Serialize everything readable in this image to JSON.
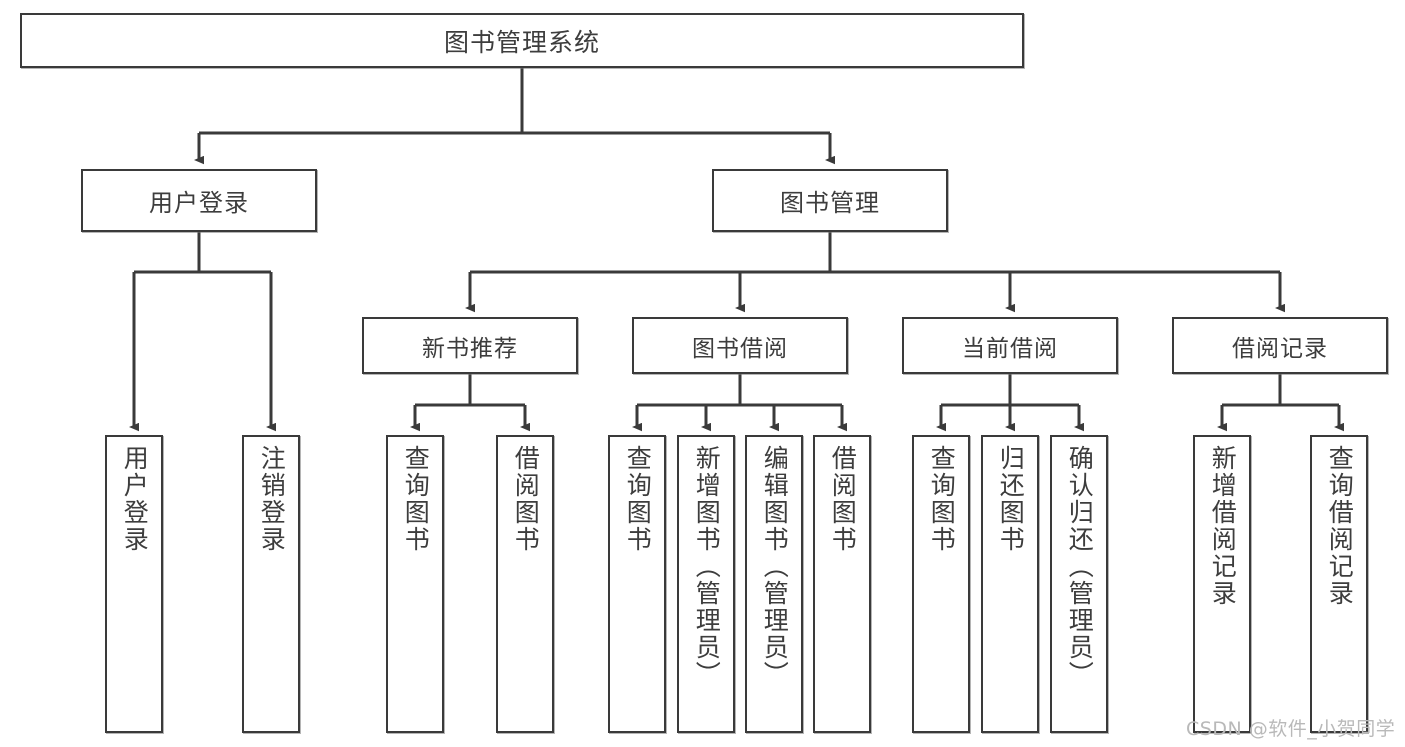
{
  "diagram": {
    "title": "图书管理系统",
    "type": "tree-hierarchy",
    "watermark": "CSDN @软件_小贺同学",
    "colors": {
      "stroke": "#3a3a3a",
      "text": "#3d3d3d",
      "background": "#ffffff",
      "watermark": "#b9b9b9"
    },
    "nodes": {
      "root": {
        "label": "图书管理系统"
      },
      "level2": [
        {
          "id": "user-login",
          "label": "用户登录"
        },
        {
          "id": "book-management",
          "label": "图书管理"
        }
      ],
      "level3": [
        {
          "id": "new-book-recommend",
          "label": "新书推荐"
        },
        {
          "id": "book-borrow",
          "label": "图书借阅"
        },
        {
          "id": "current-borrow",
          "label": "当前借阅"
        },
        {
          "id": "borrow-record",
          "label": "借阅记录"
        }
      ],
      "leaves": {
        "user-login": [
          {
            "id": "leaf-user-login",
            "label": "用户登录"
          },
          {
            "id": "leaf-logout",
            "label": "注销登录"
          }
        ],
        "new-book-recommend": [
          {
            "id": "leaf-query-book-1",
            "label": "查询图书"
          },
          {
            "id": "leaf-borrow-book-1",
            "label": "借阅图书"
          }
        ],
        "book-borrow": [
          {
            "id": "leaf-query-book-2",
            "label": "查询图书"
          },
          {
            "id": "leaf-add-book",
            "label": "新增图书（管理员）"
          },
          {
            "id": "leaf-edit-book",
            "label": "编辑图书（管理员）"
          },
          {
            "id": "leaf-borrow-book-2",
            "label": "借阅图书"
          }
        ],
        "current-borrow": [
          {
            "id": "leaf-query-book-3",
            "label": "查询图书"
          },
          {
            "id": "leaf-return-book",
            "label": "归还图书"
          },
          {
            "id": "leaf-confirm-return",
            "label": "确认归还（管理员）"
          }
        ],
        "borrow-record": [
          {
            "id": "leaf-add-record",
            "label": "新增借阅记录"
          },
          {
            "id": "leaf-query-record",
            "label": "查询借阅记录"
          }
        ]
      }
    }
  }
}
